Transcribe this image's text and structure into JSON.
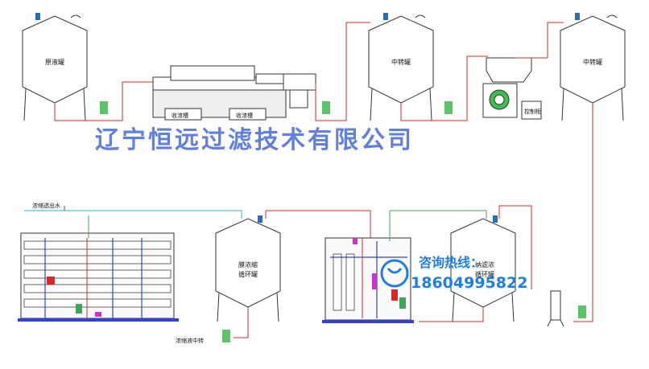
{
  "labels": {
    "raw_tank": "原液罐",
    "collect_tank_1": "收渣槽",
    "collect_tank_2": "收渣槽",
    "transfer_tank_1": "中转罐",
    "transfer_tank_2": "中转罐",
    "cabinet": "控制柜",
    "membrane_tank_line1": "膜浓缩",
    "membrane_tank_line2": "循环罐",
    "nano_tank_line1": "纳滤浓",
    "nano_tank_line2": "循环罐",
    "permeate_out": "浓缩透出水",
    "concentrate_transfer": "浓缩液中转"
  },
  "watermark": {
    "company": "辽宁恒远过滤技术有限公司",
    "hotline_label": "咨询热线：",
    "phone": "18604995822"
  },
  "colors": {
    "pipe_red": "#d42a2a",
    "pipe_green": "#3aa85a",
    "pipe_cyan": "#2fb8c9",
    "pipe_blue": "#3344cc",
    "watermark_blue": "#3f63d8",
    "hotline_blue": "#1f7fe0"
  }
}
